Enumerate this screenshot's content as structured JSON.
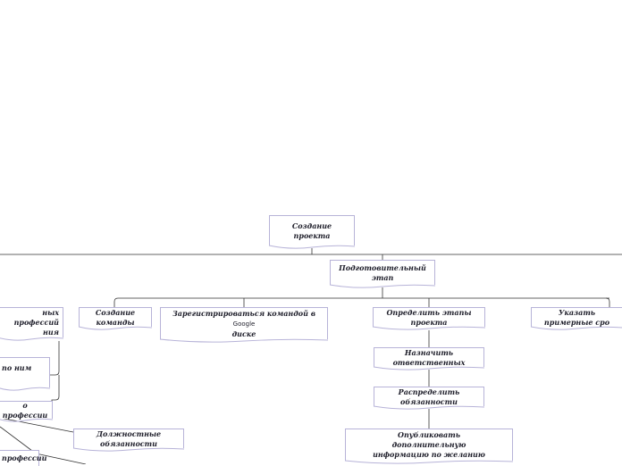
{
  "diagram": {
    "root": "Создание проекта",
    "stage": "Подготовительный этап",
    "branches": {
      "left_professions": "ных профессий ния",
      "left_by_them": "по ним",
      "left_by_profession": "о профессии",
      "left_duties": "Должностные обязанности",
      "left_profession_bottom": "профессии",
      "create_team": "Создание команды",
      "register_team": "Зарегистрироваться командой в",
      "register_google": "Google",
      "register_disk": "диске",
      "define_stages": "Определить этапы проекта",
      "assign_responsible": "Назначить ответственных",
      "distribute_duties": "Распределить обязанности",
      "publish_info": "Опубликовать дополнительную информацию по желанию",
      "approx_deadlines": "Указать примерные сро"
    }
  }
}
